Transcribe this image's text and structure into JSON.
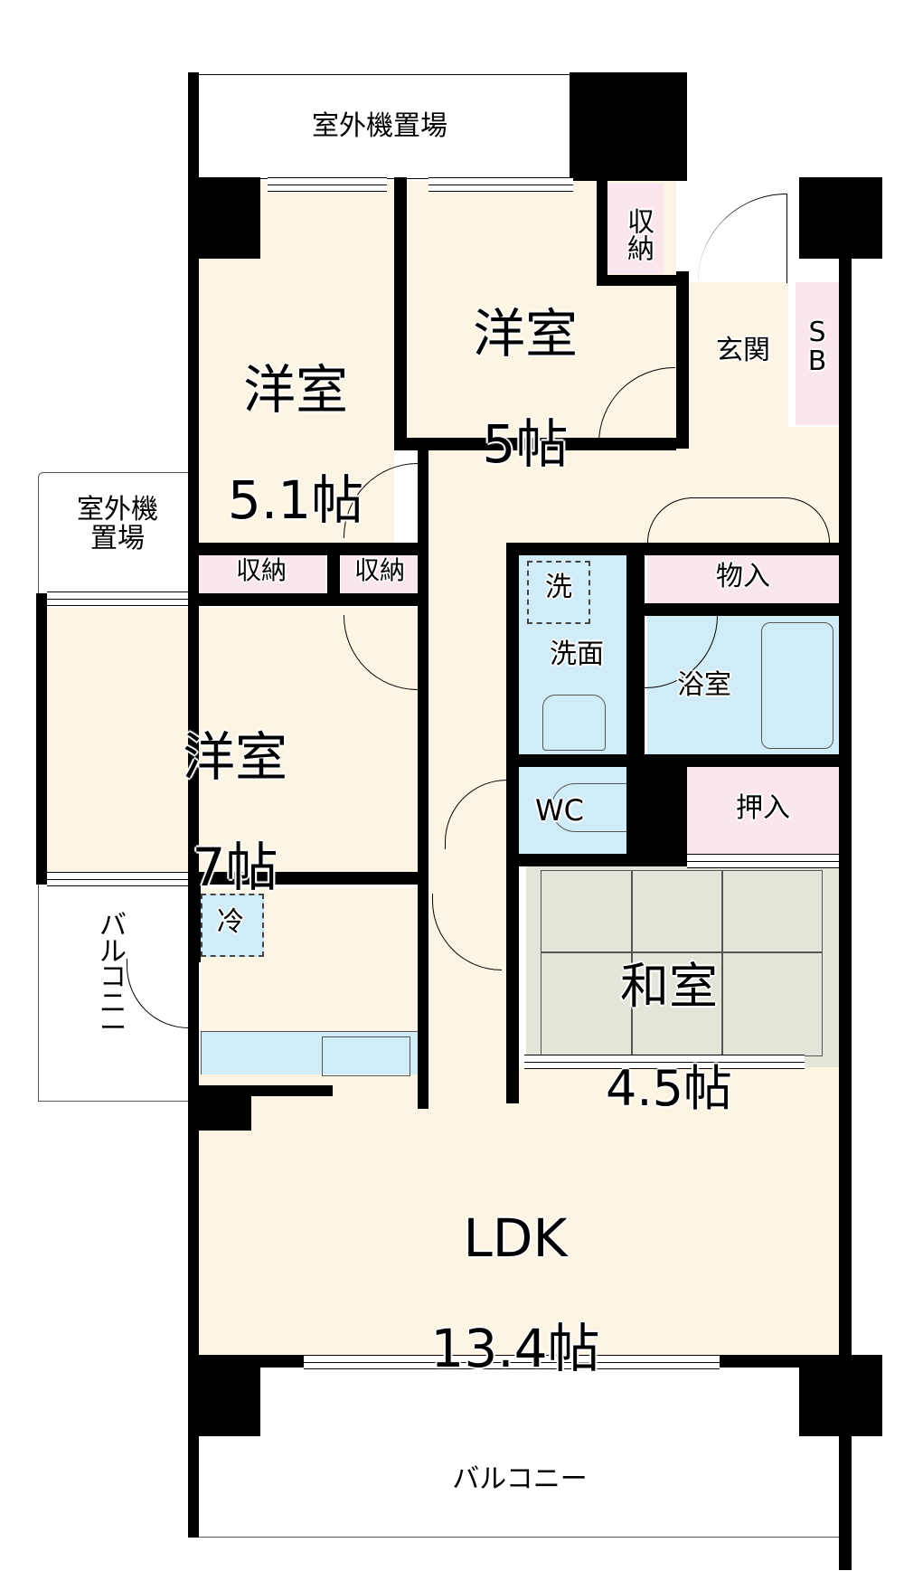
{
  "floor_plan": {
    "rooms": [
      {
        "id": "outdoor_unit_top",
        "label": "室外機置場"
      },
      {
        "id": "western_room_1",
        "label": "洋室",
        "size": "5.1帖"
      },
      {
        "id": "western_room_2",
        "label": "洋室",
        "size": "5帖"
      },
      {
        "id": "storage_top",
        "label": "収納"
      },
      {
        "id": "entrance",
        "label": "玄関"
      },
      {
        "id": "shoe_box",
        "label": "S\nB"
      },
      {
        "id": "outdoor_unit_side",
        "label": "室外機\n置場"
      },
      {
        "id": "storage_left",
        "label": "収納"
      },
      {
        "id": "storage_mid",
        "label": "収納"
      },
      {
        "id": "western_room_3",
        "label": "洋室",
        "size": "7帖"
      },
      {
        "id": "washer",
        "label": "洗"
      },
      {
        "id": "washroom",
        "label": "洗面"
      },
      {
        "id": "storeroom",
        "label": "物入"
      },
      {
        "id": "bathroom",
        "label": "浴室"
      },
      {
        "id": "toilet",
        "label": "WC"
      },
      {
        "id": "closet",
        "label": "押入"
      },
      {
        "id": "fridge",
        "label": "冷"
      },
      {
        "id": "balcony_side",
        "label": "バ\nル\nコ\nニ\nー"
      },
      {
        "id": "japanese_room",
        "label": "和室",
        "size": "4.5帖"
      },
      {
        "id": "ldk",
        "label": "LDK",
        "size": "13.4帖"
      },
      {
        "id": "balcony_bottom",
        "label": "バルコニー"
      }
    ]
  },
  "colors": {
    "room": "#fdf5e3",
    "storage": "#fbe6ef",
    "wet": "#d1ecf9",
    "tatami": "#e2e6d8",
    "wall": "#000000"
  }
}
